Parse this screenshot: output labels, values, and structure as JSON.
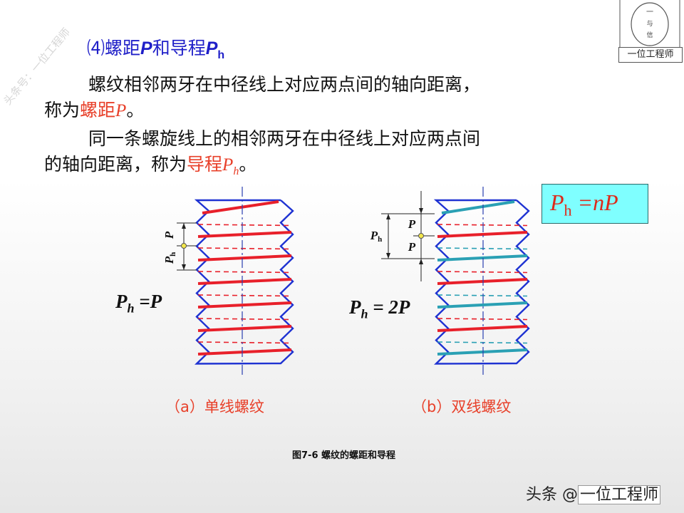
{
  "title": {
    "prefix": "⑷螺距",
    "p": "P",
    "mid": "和导程",
    "ph": "P",
    "ph_sub": "h"
  },
  "para1": {
    "line1": "螺纹相邻两牙在中径线上对应两点间的轴向距离，",
    "line2_pre": "称为",
    "term": "螺距",
    "sym": "P",
    "end": "。"
  },
  "para2": {
    "line1": "同一条螺旋线上的相邻两牙在中径线上对应两点间",
    "line2_pre": "的轴向距离，称为",
    "term": "导程",
    "sym": "P",
    "sym_sub": "h",
    "end": "。"
  },
  "formula": {
    "p": "P",
    "sub": "h",
    "rest": " =nP"
  },
  "fig_a": {
    "eq_p": "P",
    "eq_sub": "h",
    "eq_rest": " =P",
    "dim_p": "P",
    "dim_ph": "P",
    "dim_ph_sub": "h",
    "caption": "（a）单线螺纹"
  },
  "fig_b": {
    "eq_p": "P",
    "eq_sub": "h",
    "eq_rest": " = 2P",
    "dim_p1": "P",
    "dim_p2": "P",
    "dim_ph": "P",
    "dim_ph_sub": "h",
    "caption": "（b）双线螺纹"
  },
  "figure_caption": "图7-6 螺纹的螺距和导程",
  "watermark_left": "头条号：一位工程师",
  "logo_label": "一位工程师",
  "logo_glyphs": [
    "一",
    "与",
    "信"
  ],
  "footer_watermark": {
    "prefix": "头条 @",
    "boxed": "一位工程师"
  },
  "colors": {
    "title_blue": "#1f1fc8",
    "outline_blue": "#1e32d2",
    "thread_red": "#e8202a",
    "thread_teal": "#2aa0b4",
    "formula_bg": "#7fffff"
  }
}
